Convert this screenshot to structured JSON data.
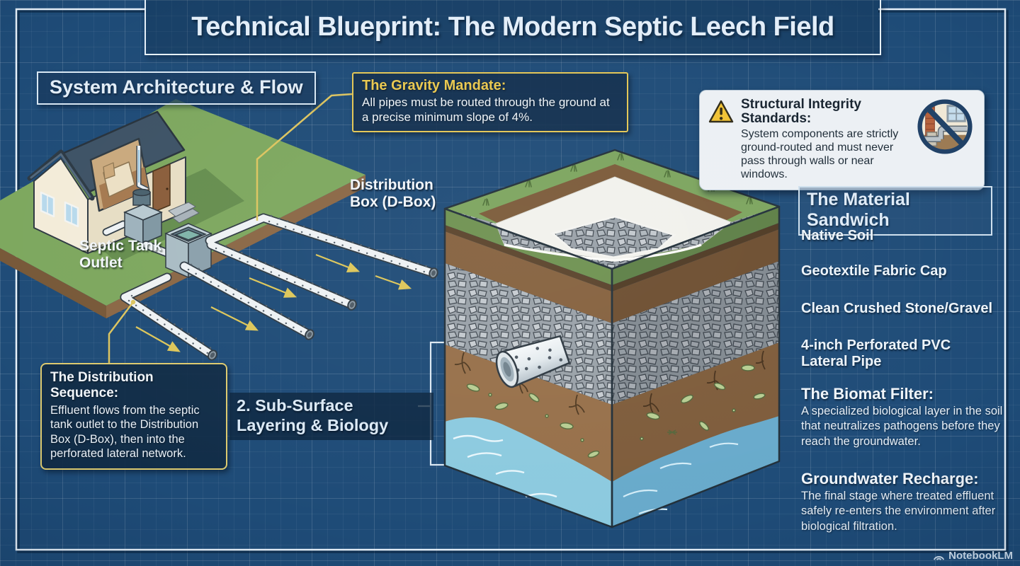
{
  "title": "Technical Blueprint: The Modern Septic Leech Field",
  "system_architecture": {
    "heading": "System Architecture & Flow",
    "labels": {
      "septic_tank_outlet": "Septic Tank Outlet",
      "distribution_box": "Distribution Box (D-Box)"
    }
  },
  "callouts": {
    "gravity_mandate": {
      "title": "The Gravity Mandate:",
      "body": "All pipes must be routed through the ground at a precise minimum slope of 4%."
    },
    "structural_integrity": {
      "title": "Structural Integrity Standards:",
      "body": "System components are strictly ground-routed and must never pass through walls or near windows.",
      "icons": {
        "warning": "warning-triangle-icon",
        "prohibition": "no-pipes-through-walls-icon"
      }
    },
    "distribution_sequence": {
      "title": "The Distribution Sequence:",
      "body": "Effluent flows from the septic tank outlet to the Distribution Box (D-Box), then into the perforated lateral network."
    }
  },
  "subsurface_section": {
    "heading": "2. Sub-Surface Layering & Biology"
  },
  "material_sandwich": {
    "heading": "The Material Sandwich",
    "layers": [
      "Native Soil",
      "Geotextile Fabric Cap",
      "Clean Crushed Stone/Gravel",
      "4-inch Perforated PVC Lateral Pipe"
    ],
    "biomat_filter": {
      "title": "The Biomat Filter:",
      "body": "A specialized biological layer in the soil that neutralizes pathogens before they reach the groundwater."
    },
    "groundwater_recharge": {
      "title": "Groundwater Recharge:",
      "body": "The final stage where treated effluent safely re-enters the environment after biological filtration."
    }
  },
  "watermark": {
    "label": "NotebookLM",
    "icon": "notebooklm-logo-icon"
  },
  "colors": {
    "background_blue": "#1e4b77",
    "frame_white": "#e7f1fa",
    "accent_yellow": "#ddc659",
    "callout_title_yellow": "#e9c84e",
    "panel_light": "#ecf0f4",
    "panel_text_dark": "#16222e",
    "grass_green": "#7ca45e",
    "soil_brown": "#8f6b44",
    "gravel_gray": "#9aa2a9",
    "water_blue": "#8ccadf",
    "warning_yellow": "#f1c232",
    "prohibition_navy": "#1f4066"
  }
}
